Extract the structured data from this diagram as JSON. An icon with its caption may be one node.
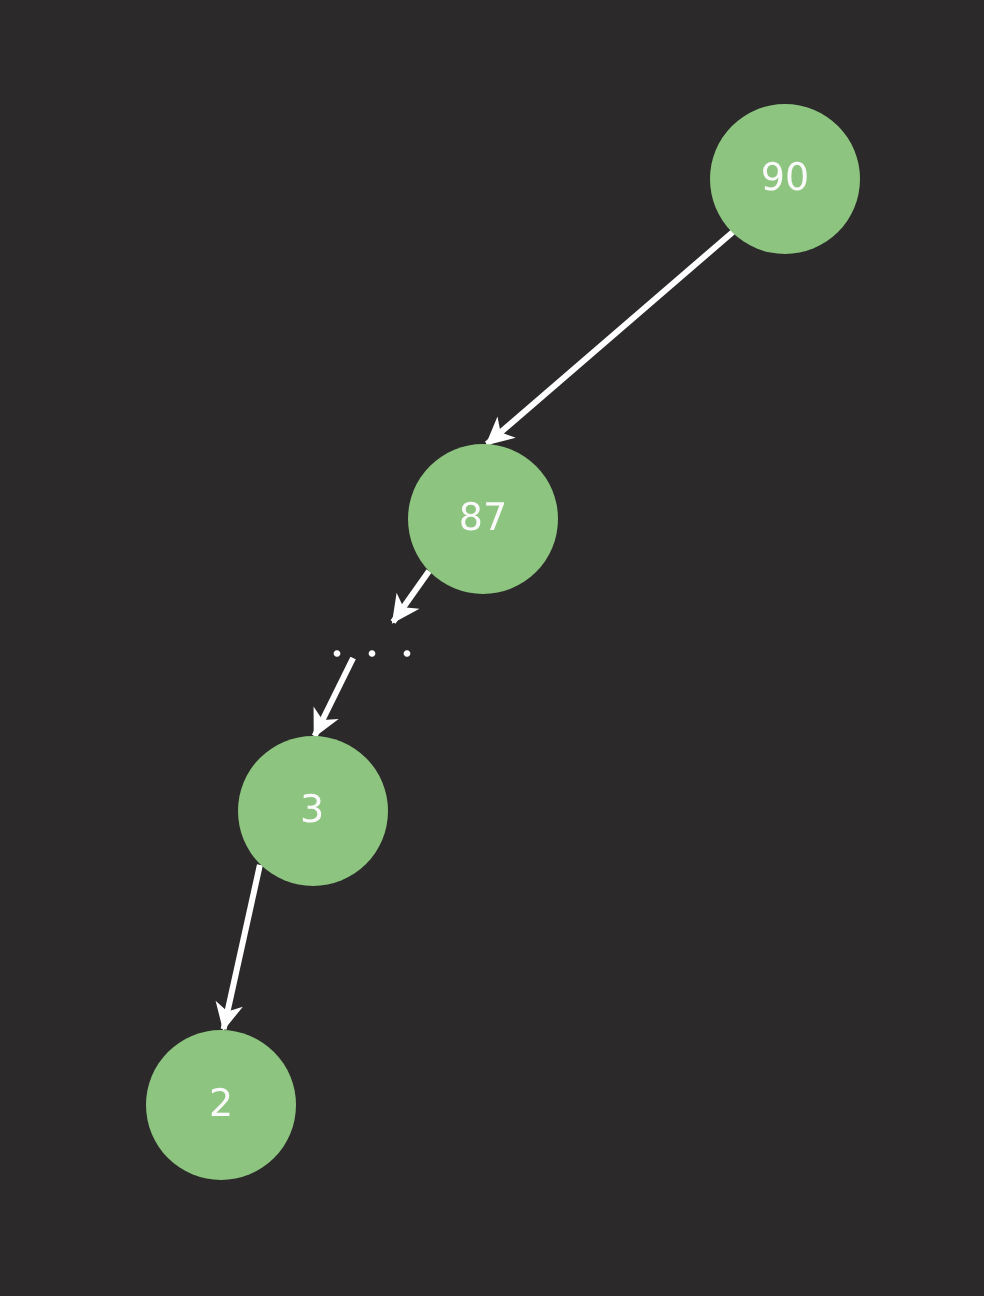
{
  "diagram": {
    "nodes": [
      {
        "text": [
          "90"
        ]
      },
      {
        "text": [
          "87"
        ]
      },
      {
        "text": [
          "..."
        ]
      },
      {
        "text": [
          "3"
        ]
      },
      {
        "text": [
          "2"
        ]
      }
    ],
    "edges": [
      {
        "from": 0,
        "to": 1,
        "arrow": "to"
      },
      {
        "from": 1,
        "to": 2,
        "arrow": "to"
      },
      {
        "from": 2,
        "to": 3,
        "arrow": "to"
      },
      {
        "from": 3,
        "to": 4,
        "arrow": "to"
      }
    ]
  }
}
